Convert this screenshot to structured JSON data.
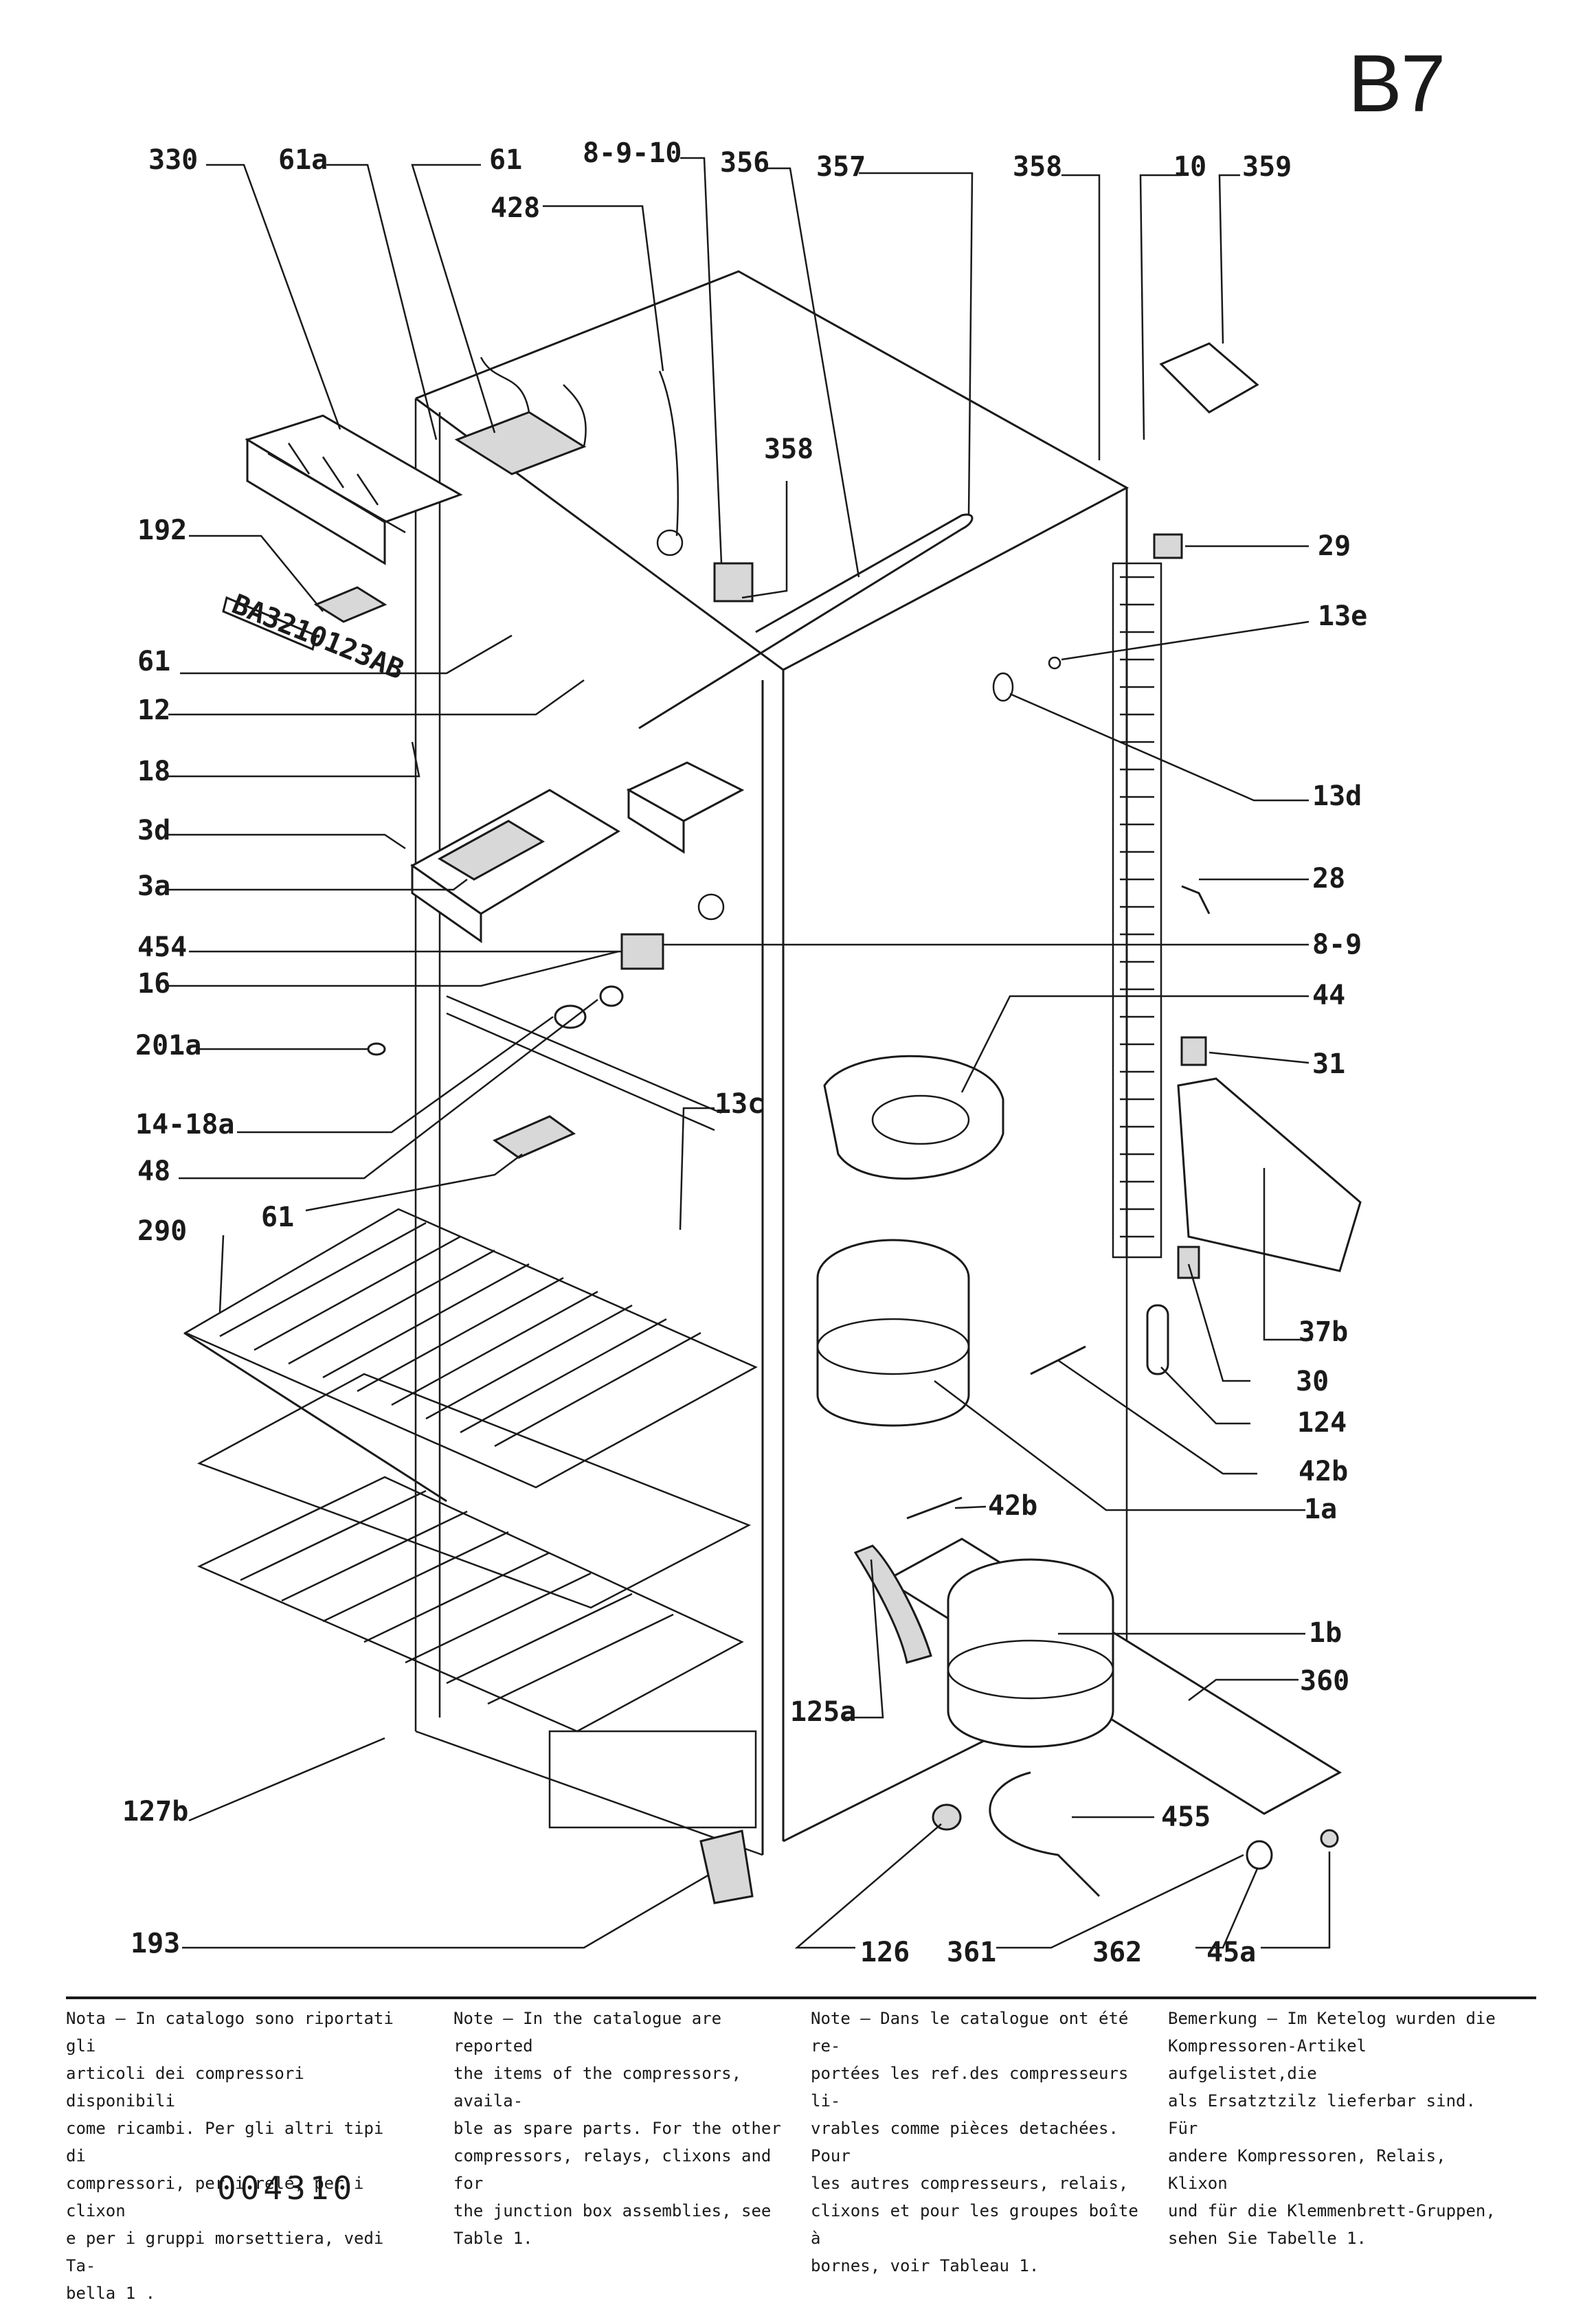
{
  "page_code": "B7",
  "labels": {
    "l330": "330",
    "l61a": "61a",
    "l61_top": "61",
    "l8_9_10": "8-9-10",
    "l356": "356",
    "l357": "357",
    "l358_top": "358",
    "l10": "10",
    "l359": "359",
    "l428": "428",
    "l358_mid": "358",
    "l192": "192",
    "l61_left": "61",
    "l12": "12",
    "l18": "18",
    "l3d": "3d",
    "l3a": "3a",
    "l454": "454",
    "l16": "16",
    "l201a": "201a",
    "l14_18a": "14-18a",
    "l48": "48",
    "l61_low": "61",
    "l290": "290",
    "l13c": "13c",
    "l127b": "127b",
    "l193": "193",
    "l126": "126",
    "l361": "361",
    "l362": "362",
    "l45a": "45a",
    "l29": "29",
    "l13e": "13e",
    "l13d": "13d",
    "l28": "28",
    "l8_9": "8-9",
    "l44": "44",
    "l31": "31",
    "l37b": "37b",
    "l30": "30",
    "l124": "124",
    "l42b_r": "42b",
    "l1a": "1a",
    "l42b_c": "42b",
    "l1b": "1b",
    "l360": "360",
    "l125a": "125a",
    "l455": "455",
    "stamp": "BA3210123AB"
  },
  "notes": {
    "it": "Nota – In catalogo sono riportati gli\narticoli dei compressori disponibili\ncome ricambi. Per gli altri tipi di\ncompressori, per i relé, per i clixon\ne per i gruppi morsettiera, vedi Ta-\nbella 1 .",
    "en": "Note – In the catalogue are reported\nthe items of the compressors, availa-\nble as spare parts. For the other\ncompressors, relays, clixons and for\nthe junction box assemblies, see\nTable 1.",
    "fr": "Note – Dans le catalogue ont été re-\nportées les ref.des compresseurs li-\nvrables comme pièces detachées. Pour\nles autres compresseurs, relais,\nclixons et pour les groupes boîte à\nbornes, voir Tableau 1.",
    "de": "Bemerkung – Im Ketelog wurden die\nKompressoren-Artikel aufgelistet,die\nals Ersatztzilz lieferbar sind. Für\nandere Kompressoren, Relais, Klixon\nund für die Klemmenbrett-Gruppen,\nsehen Sie Tabelle 1."
  },
  "doc_number": "004310"
}
